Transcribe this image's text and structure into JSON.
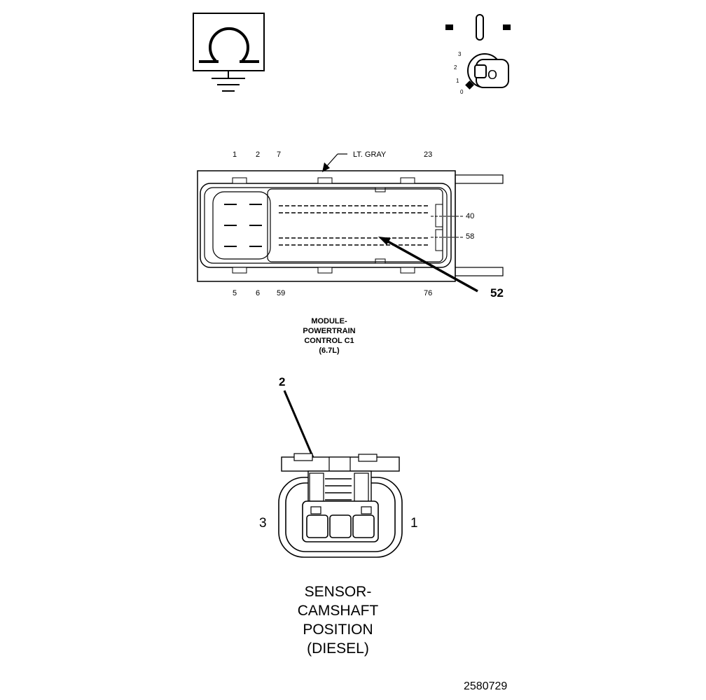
{
  "icons": {
    "ground_symbol": "ground-omega-icon",
    "ignition_switch": "ignition-key-switch-icon",
    "ignition_positions": [
      "3",
      "2",
      "1",
      "0"
    ],
    "key_label": "O"
  },
  "module_connector": {
    "color_label": "LT. GRAY",
    "top_pin_labels": [
      "1",
      "2",
      "7",
      "23"
    ],
    "bottom_pin_labels": [
      "5",
      "6",
      "59",
      "76"
    ],
    "row_pin_labels": [
      "40",
      "58"
    ],
    "callout_pin": "52",
    "title_lines": [
      "MODULE-",
      "POWERTRAIN",
      "CONTROL C1",
      "(6.7L)"
    ]
  },
  "sensor_connector": {
    "callout_pin": "2",
    "left_pin": "3",
    "right_pin": "1",
    "title_lines": [
      "SENSOR-",
      "CAMSHAFT",
      "POSITION",
      "(DIESEL)"
    ]
  },
  "figure_number": "2580729"
}
